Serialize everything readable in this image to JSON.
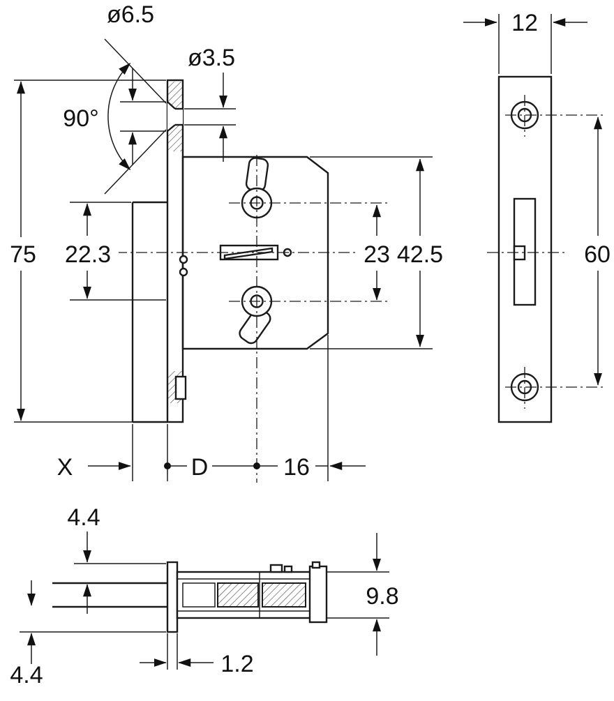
{
  "page": {
    "background": "#ffffff",
    "line_color": "#1a1a1a"
  },
  "drawing": {
    "type": "mortise-lock-dimension-drawing",
    "labels": {
      "countersink_dia": "ø6.5",
      "hole_dia": "ø3.5",
      "countersink_angle": "90°",
      "plate_height": "75",
      "offset_left": "22.3",
      "follower_spacing": "23",
      "case_height": "42.5",
      "dim_x": "X",
      "dim_d": "D",
      "backset": "16",
      "plate_width": "12",
      "screw_spacing": "60",
      "top_offset": "4.4",
      "case_depth": "9.8",
      "plate_thickness": "1.2",
      "bottom_offset": "4.4"
    }
  }
}
